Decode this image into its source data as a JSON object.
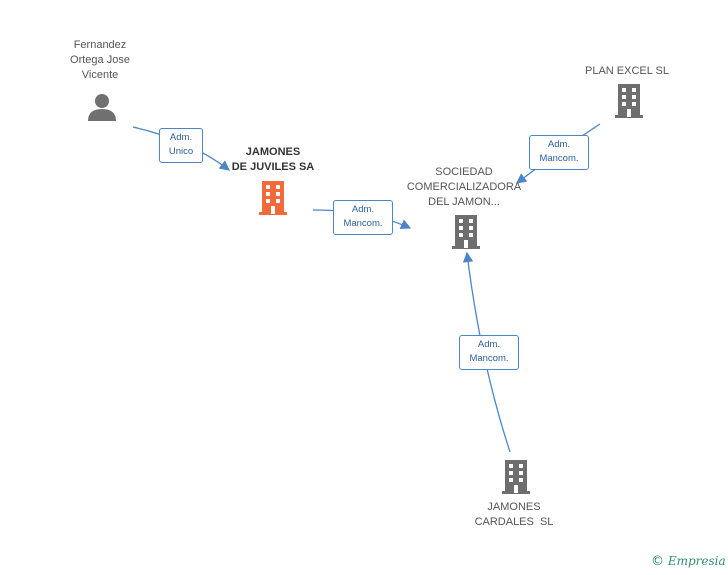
{
  "nodes": {
    "person": {
      "name_line1": "Fernandez",
      "name_line2": "Ortega Jose",
      "name_line3": "Vicente"
    },
    "main_company": {
      "name_line1": "JAMONES",
      "name_line2": "DE JUVILES SA",
      "color": "#f26a3a"
    },
    "sociedad": {
      "name_line1": "SOCIEDAD",
      "name_line2": "COMERCIALIZADORA",
      "name_line3": "DEL JAMON..."
    },
    "plan_excel": {
      "name": "PLAN EXCEL SL"
    },
    "cardales": {
      "name_line1": "JAMONES",
      "name_line2": "CARDALES  SL"
    }
  },
  "edges": {
    "person_to_main": {
      "line1": "Adm.",
      "line2": "Unico"
    },
    "main_to_sociedad": {
      "line1": "Adm.",
      "line2": "Mancom."
    },
    "plan_to_sociedad": {
      "line1": "Adm.",
      "line2": "Mancom."
    },
    "cardales_to_sociedad": {
      "line1": "Adm.",
      "line2": "Mancom."
    }
  },
  "colors": {
    "edge": "#4a86c8",
    "building_grey": "#6e6e6e",
    "person_grey": "#707070"
  },
  "brand": {
    "copyright": "©",
    "name": "Empresia"
  }
}
